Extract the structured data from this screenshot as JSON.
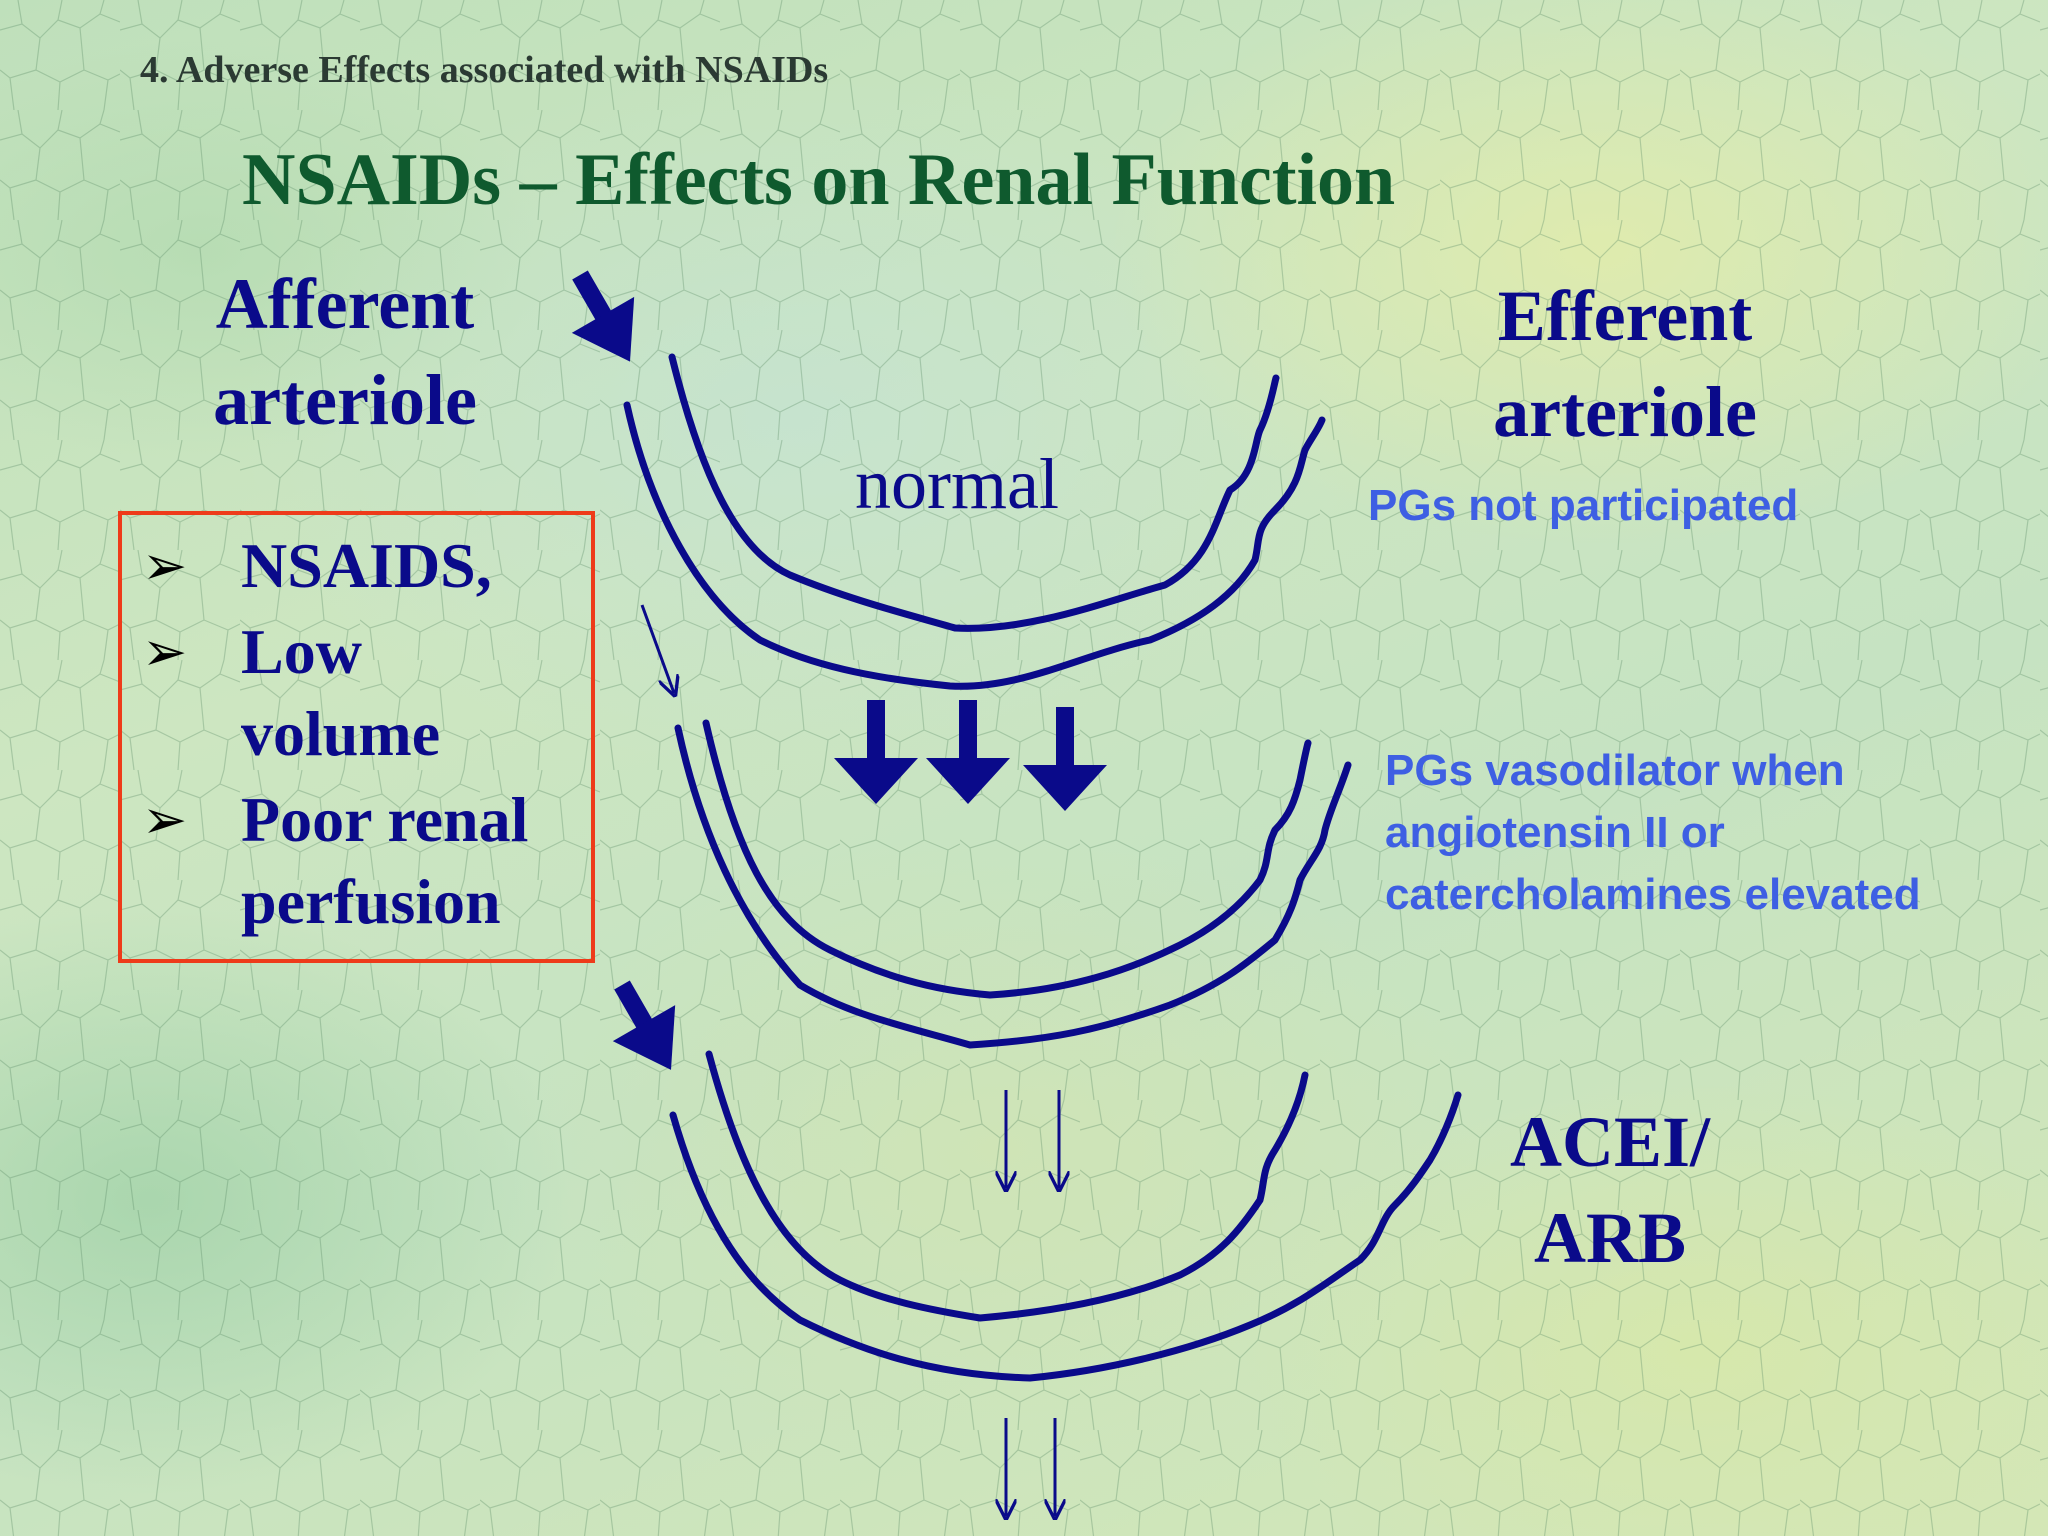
{
  "header": {
    "section_title": "4. Adverse Effects associated with NSAIDs",
    "slide_title": "NSAIDs – Effects on Renal Function"
  },
  "labels": {
    "afferent_line1": "Afferent",
    "afferent_line2": "arteriole",
    "efferent_line1": "Efferent",
    "efferent_line2": "arteriole",
    "normal": "normal",
    "acei_line1": "ACEI/",
    "acei_line2": "ARB"
  },
  "notes": {
    "pgs_not_participated": "PGs not participated",
    "pgs_vasodilator_line1": "PGs vasodilator when",
    "pgs_vasodilator_line2": "angiotensin II or",
    "pgs_vasodilator_line3": "catercholamines elevated"
  },
  "risk_factors": {
    "bullet_glyph": "➢",
    "items": [
      "NSAIDS,",
      "Low volume",
      "Poor renal perfusion"
    ]
  },
  "colors": {
    "vessel": "#0a0a8a",
    "title": "#0f5a2e",
    "note": "#3e5fe3",
    "box_border": "#ee3b1a"
  }
}
